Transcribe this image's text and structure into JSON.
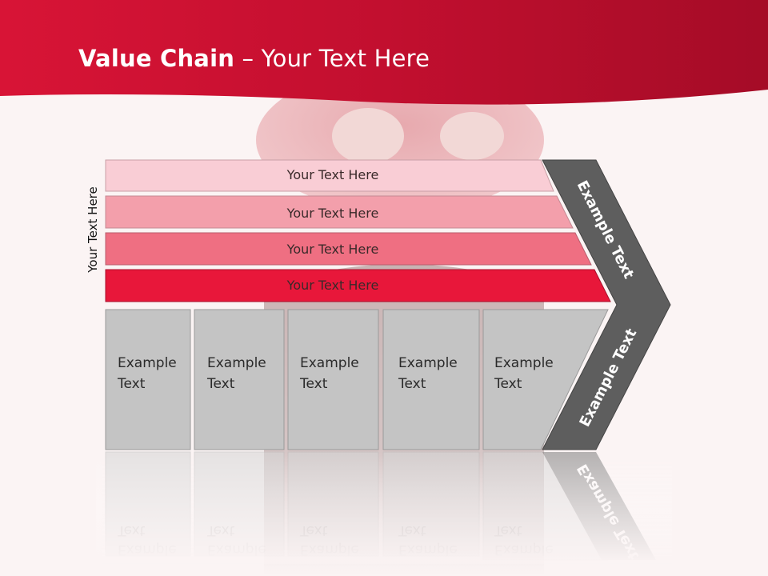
{
  "title": {
    "bold": "Value Chain",
    "rest": " – Your Text Here"
  },
  "side_label": "Your Text Here",
  "support_bars": [
    {
      "label": "Your Text Here",
      "color": "#f9cdd5"
    },
    {
      "label": "Your Text Here",
      "color": "#f39fab"
    },
    {
      "label": "Your Text Here",
      "color": "#ef6f82"
    },
    {
      "label": "Your Text Here",
      "color": "#e8173a"
    }
  ],
  "primary_boxes": [
    {
      "line1": "Example",
      "line2": "Text"
    },
    {
      "line1": "Example",
      "line2": "Text"
    },
    {
      "line1": "Example",
      "line2": "Text"
    },
    {
      "line1": "Example",
      "line2": "Text"
    },
    {
      "line1": "Example",
      "line2": "Text"
    }
  ],
  "chevron": {
    "upper_label": "Example Text",
    "lower_label": "Example Text",
    "color": "#5e5e5e"
  },
  "colors": {
    "header_red": "#c8102e",
    "header_dark": "#9e0b24",
    "box_gray": "#c4c4c4"
  }
}
